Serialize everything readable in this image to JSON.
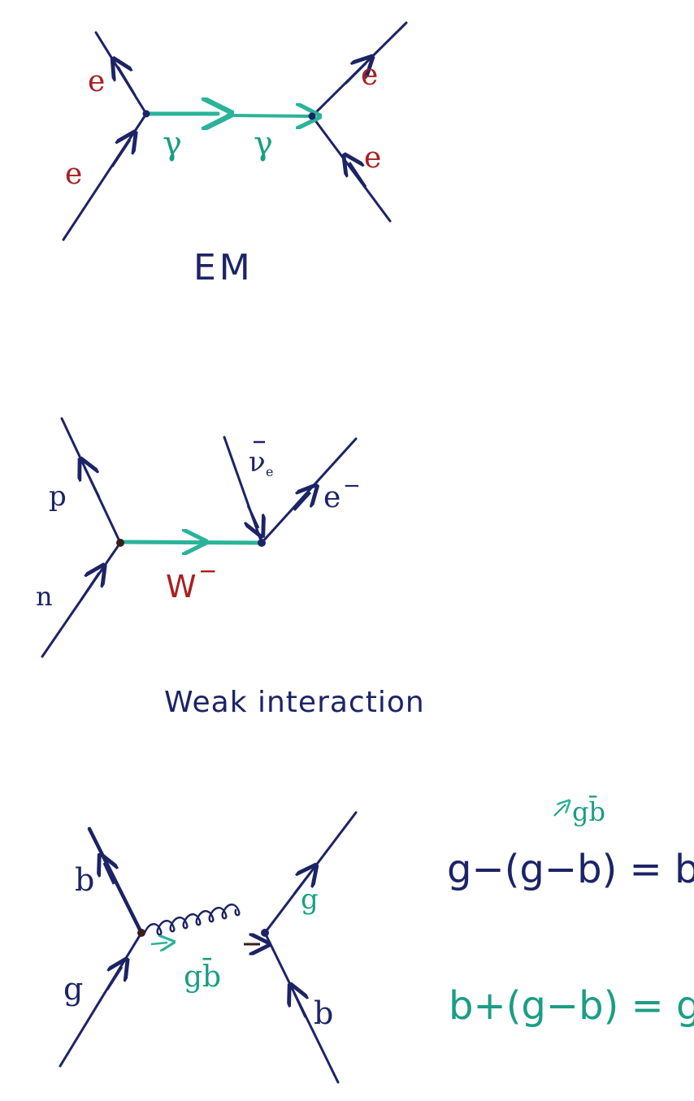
{
  "colors": {
    "fermion": "#1c2466",
    "boson": "#2ab39a",
    "label_red": "#a82020",
    "label_teal": "#1a9e84",
    "label_navy": "#1c2466",
    "vertex": "#3a1e1e"
  },
  "em": {
    "caption": "EM",
    "labels": {
      "e_top_left": "e",
      "e_bottom_left": "e",
      "gamma_left": "γ",
      "gamma_right": "γ",
      "e_top_right": "e",
      "e_bottom_right": "e"
    }
  },
  "weak": {
    "caption": "Weak interaction",
    "labels": {
      "p": "p",
      "n": "n",
      "nu_bar": "ν",
      "nu_sub": "e",
      "electron": "e",
      "electron_sup": "−",
      "w_boson": "W",
      "w_sup": "−"
    }
  },
  "strong": {
    "labels": {
      "b_top_left": "b",
      "g_bottom_left": "g",
      "gluon": "gb̄",
      "g_top_right": "g",
      "b_bottom_right": "b"
    },
    "equations": {
      "note": "gb̄",
      "eq1": "g−(g−b) = b",
      "eq2": "b+(g−b) = g"
    }
  }
}
